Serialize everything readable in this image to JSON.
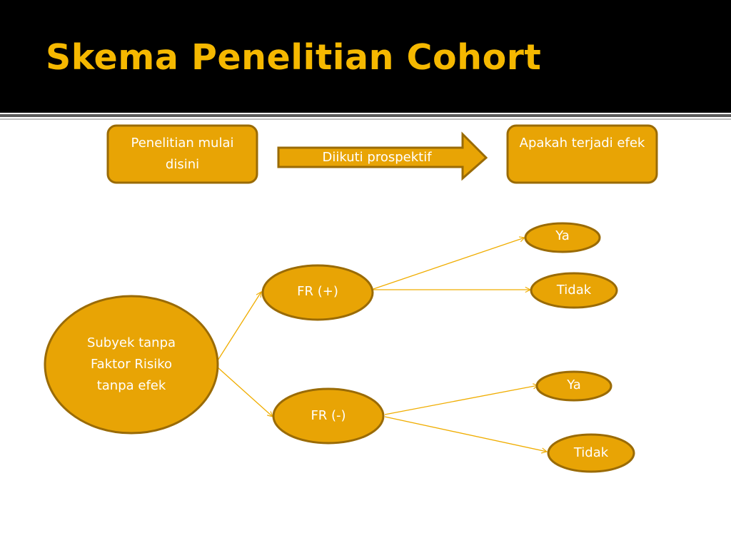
{
  "title": "Skema Penelitian Cohort",
  "colors": {
    "fill": "#e8a405",
    "stroke": "#9a6b06",
    "connector": "#f0ad00",
    "title": "#f5b800",
    "header": "#000000"
  },
  "boxes": {
    "start": "Penelitian mulai disini",
    "arrow": "Diikuti prospektif",
    "end": "Apakah terjadi efek"
  },
  "nodes": {
    "subject": "Subyek tanpa Faktor Risiko tanpa efek",
    "fr_pos": "FR (+)",
    "fr_neg": "FR (-)",
    "pos_ya": "Ya",
    "pos_tidak": "Tidak",
    "neg_ya": "Ya",
    "neg_tidak": "Tidak"
  }
}
